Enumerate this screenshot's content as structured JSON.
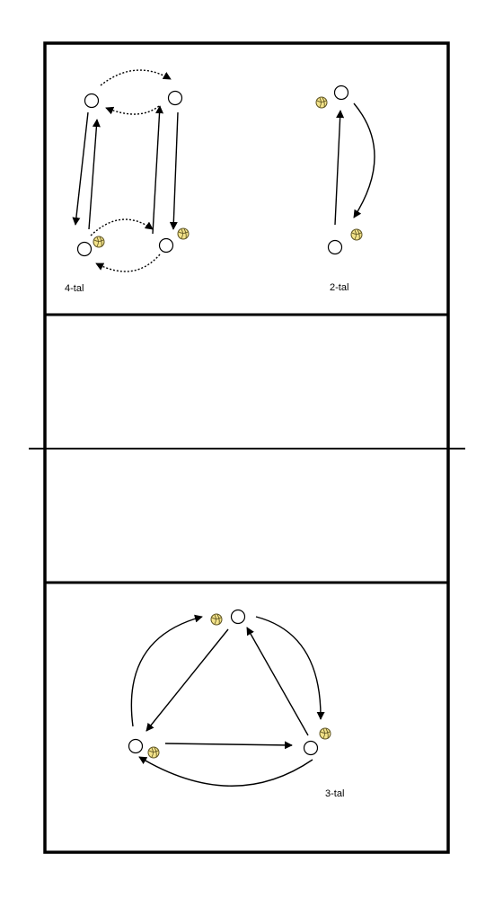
{
  "labels": {
    "four": "4-tal",
    "two": "2-tal",
    "three": "3-tal"
  },
  "colors": {
    "line": "#000000",
    "ball_fill": "#f3e38a",
    "ball_stroke": "#5a5020",
    "player_fill": "#ffffff"
  },
  "icons": {
    "player": "player-circle-icon",
    "ball": "volleyball-icon"
  }
}
